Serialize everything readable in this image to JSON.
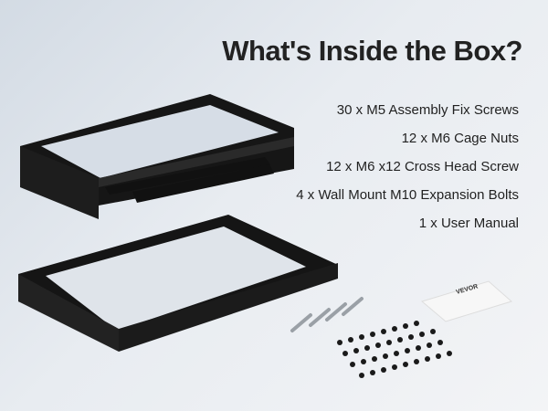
{
  "title": "What's Inside the Box?",
  "contents": [
    "30 x M5 Assembly Fix Screws",
    "12 x M6 Cage Nuts",
    "12 x M6 x12 Cross Head Screw",
    "4 x Wall Mount M10 Expansion Bolts",
    "1 x User Manual"
  ],
  "manual_brand": "VEVOR"
}
